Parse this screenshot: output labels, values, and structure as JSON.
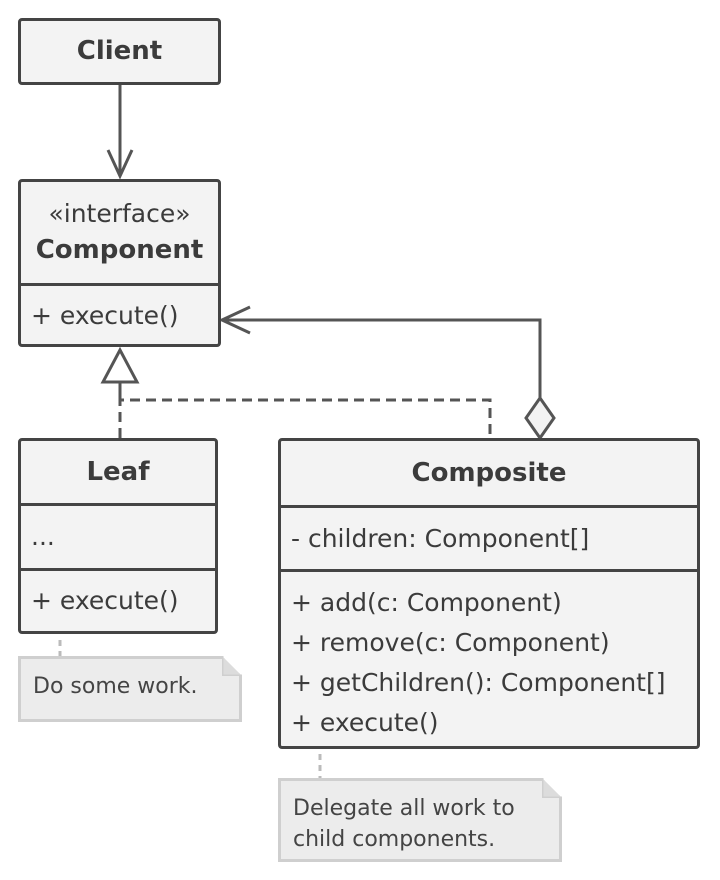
{
  "client": {
    "title": "Client"
  },
  "component": {
    "stereotype": "«interface»",
    "title": "Component",
    "methods": [
      "+ execute()"
    ]
  },
  "leaf": {
    "title": "Leaf",
    "fields": [
      "..."
    ],
    "methods": [
      "+ execute()"
    ],
    "note": "Do some work."
  },
  "composite": {
    "title": "Composite",
    "fields": [
      "- children: Component[]"
    ],
    "methods": [
      "+ add(c: Component)",
      "+ remove(c: Component)",
      "+ getChildren(): Component[]",
      "+ execute()"
    ],
    "note_line1": "Delegate all work to",
    "note_line2": "child components."
  },
  "colors": {
    "stroke": "#444444",
    "box_fill": "#f3f3f3",
    "note_fill": "#ececec",
    "note_border": "#cfcfcf"
  }
}
